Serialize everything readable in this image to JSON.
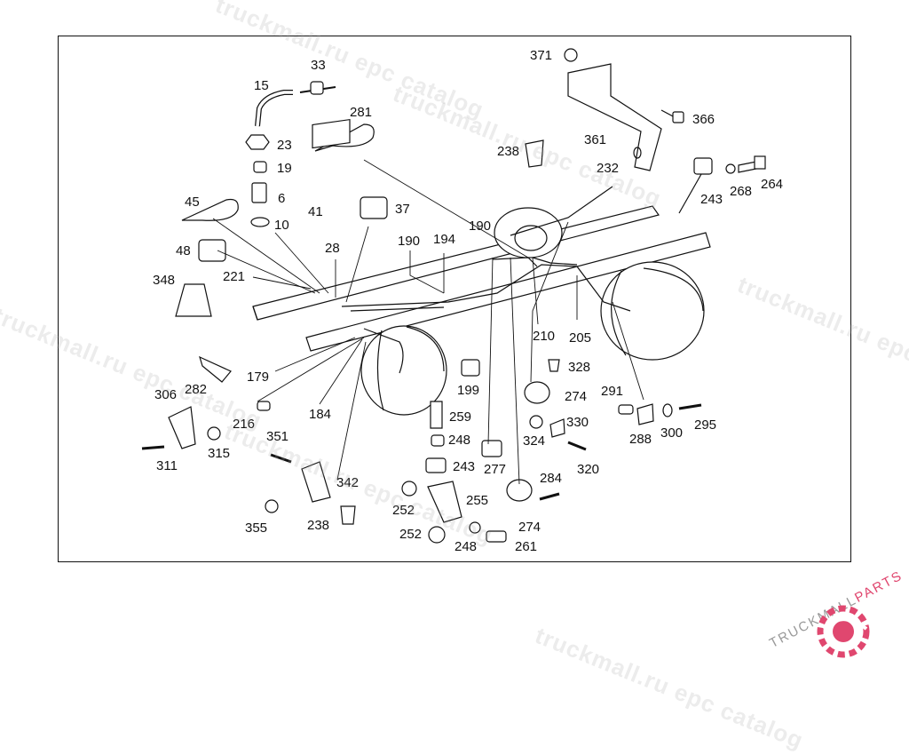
{
  "diagram": {
    "callouts": [
      {
        "id": "c-371",
        "text": "371"
      },
      {
        "id": "c-366",
        "text": "366"
      },
      {
        "id": "c-361",
        "text": "361"
      },
      {
        "id": "c-238a",
        "text": "238"
      },
      {
        "id": "c-232",
        "text": "232"
      },
      {
        "id": "c-243a",
        "text": "243"
      },
      {
        "id": "c-268",
        "text": "268"
      },
      {
        "id": "c-264",
        "text": "264"
      },
      {
        "id": "c-33",
        "text": "33"
      },
      {
        "id": "c-15",
        "text": "15"
      },
      {
        "id": "c-281",
        "text": "281"
      },
      {
        "id": "c-23",
        "text": "23"
      },
      {
        "id": "c-19",
        "text": "19"
      },
      {
        "id": "c-6",
        "text": "6"
      },
      {
        "id": "c-10",
        "text": "10"
      },
      {
        "id": "c-41",
        "text": "41"
      },
      {
        "id": "c-37",
        "text": "37"
      },
      {
        "id": "c-45",
        "text": "45"
      },
      {
        "id": "c-48",
        "text": "48"
      },
      {
        "id": "c-28",
        "text": "28"
      },
      {
        "id": "c-190a",
        "text": "190"
      },
      {
        "id": "c-194",
        "text": "194"
      },
      {
        "id": "c-190b",
        "text": "190"
      },
      {
        "id": "c-221",
        "text": "221"
      },
      {
        "id": "c-348",
        "text": "348"
      },
      {
        "id": "c-210",
        "text": "210"
      },
      {
        "id": "c-205",
        "text": "205"
      },
      {
        "id": "c-179",
        "text": "179"
      },
      {
        "id": "c-282",
        "text": "282"
      },
      {
        "id": "c-199",
        "text": "199"
      },
      {
        "id": "c-328",
        "text": "328"
      },
      {
        "id": "c-306",
        "text": "306"
      },
      {
        "id": "c-216",
        "text": "216"
      },
      {
        "id": "c-184",
        "text": "184"
      },
      {
        "id": "c-274a",
        "text": "274"
      },
      {
        "id": "c-291",
        "text": "291"
      },
      {
        "id": "c-259",
        "text": "259"
      },
      {
        "id": "c-330",
        "text": "330"
      },
      {
        "id": "c-248a",
        "text": "248"
      },
      {
        "id": "c-324",
        "text": "324"
      },
      {
        "id": "c-288",
        "text": "288"
      },
      {
        "id": "c-300",
        "text": "300"
      },
      {
        "id": "c-295",
        "text": "295"
      },
      {
        "id": "c-351",
        "text": "351"
      },
      {
        "id": "c-315",
        "text": "315"
      },
      {
        "id": "c-243b",
        "text": "243"
      },
      {
        "id": "c-277",
        "text": "277"
      },
      {
        "id": "c-320",
        "text": "320"
      },
      {
        "id": "c-311",
        "text": "311"
      },
      {
        "id": "c-342",
        "text": "342"
      },
      {
        "id": "c-284",
        "text": "284"
      },
      {
        "id": "c-255",
        "text": "255"
      },
      {
        "id": "c-252a",
        "text": "252"
      },
      {
        "id": "c-274b",
        "text": "274"
      },
      {
        "id": "c-355",
        "text": "355"
      },
      {
        "id": "c-238b",
        "text": "238"
      },
      {
        "id": "c-252b",
        "text": "252"
      },
      {
        "id": "c-248b",
        "text": "248"
      },
      {
        "id": "c-261",
        "text": "261"
      }
    ]
  },
  "watermark": {
    "text": "truckmall.ru epc catalog"
  },
  "logo": {
    "part1": "TRUCKMALL",
    "part2": "PARTS",
    "accent_color": "#e0476f",
    "gray_color": "#9a9a9a"
  }
}
